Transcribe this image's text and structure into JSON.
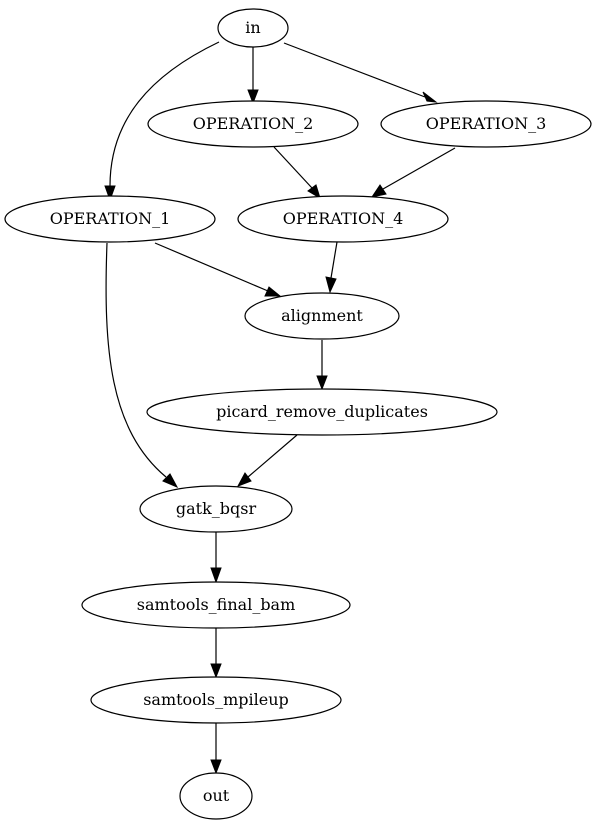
{
  "diagram": {
    "type": "directed-graph",
    "nodes": [
      {
        "id": "in",
        "label": "in"
      },
      {
        "id": "op2",
        "label": "OPERATION_2"
      },
      {
        "id": "op3",
        "label": "OPERATION_3"
      },
      {
        "id": "op1",
        "label": "OPERATION_1"
      },
      {
        "id": "op4",
        "label": "OPERATION_4"
      },
      {
        "id": "alignment",
        "label": "alignment"
      },
      {
        "id": "picard",
        "label": "picard_remove_duplicates"
      },
      {
        "id": "gatk",
        "label": "gatk_bqsr"
      },
      {
        "id": "samtools_bam",
        "label": "samtools_final_bam"
      },
      {
        "id": "samtools_mpileup",
        "label": "samtools_mpileup"
      },
      {
        "id": "out",
        "label": "out"
      }
    ],
    "edges": [
      {
        "from": "in",
        "to": "op2"
      },
      {
        "from": "in",
        "to": "op3"
      },
      {
        "from": "in",
        "to": "op1"
      },
      {
        "from": "op2",
        "to": "op4"
      },
      {
        "from": "op3",
        "to": "op4"
      },
      {
        "from": "op1",
        "to": "alignment"
      },
      {
        "from": "op4",
        "to": "alignment"
      },
      {
        "from": "op1",
        "to": "gatk"
      },
      {
        "from": "alignment",
        "to": "picard"
      },
      {
        "from": "picard",
        "to": "gatk"
      },
      {
        "from": "gatk",
        "to": "samtools_bam"
      },
      {
        "from": "samtools_bam",
        "to": "samtools_mpileup"
      },
      {
        "from": "samtools_mpileup",
        "to": "out"
      }
    ],
    "colors": {
      "node_fill": "#ffffff",
      "stroke": "#000000",
      "text": "#000000",
      "background": "#ffffff"
    }
  }
}
